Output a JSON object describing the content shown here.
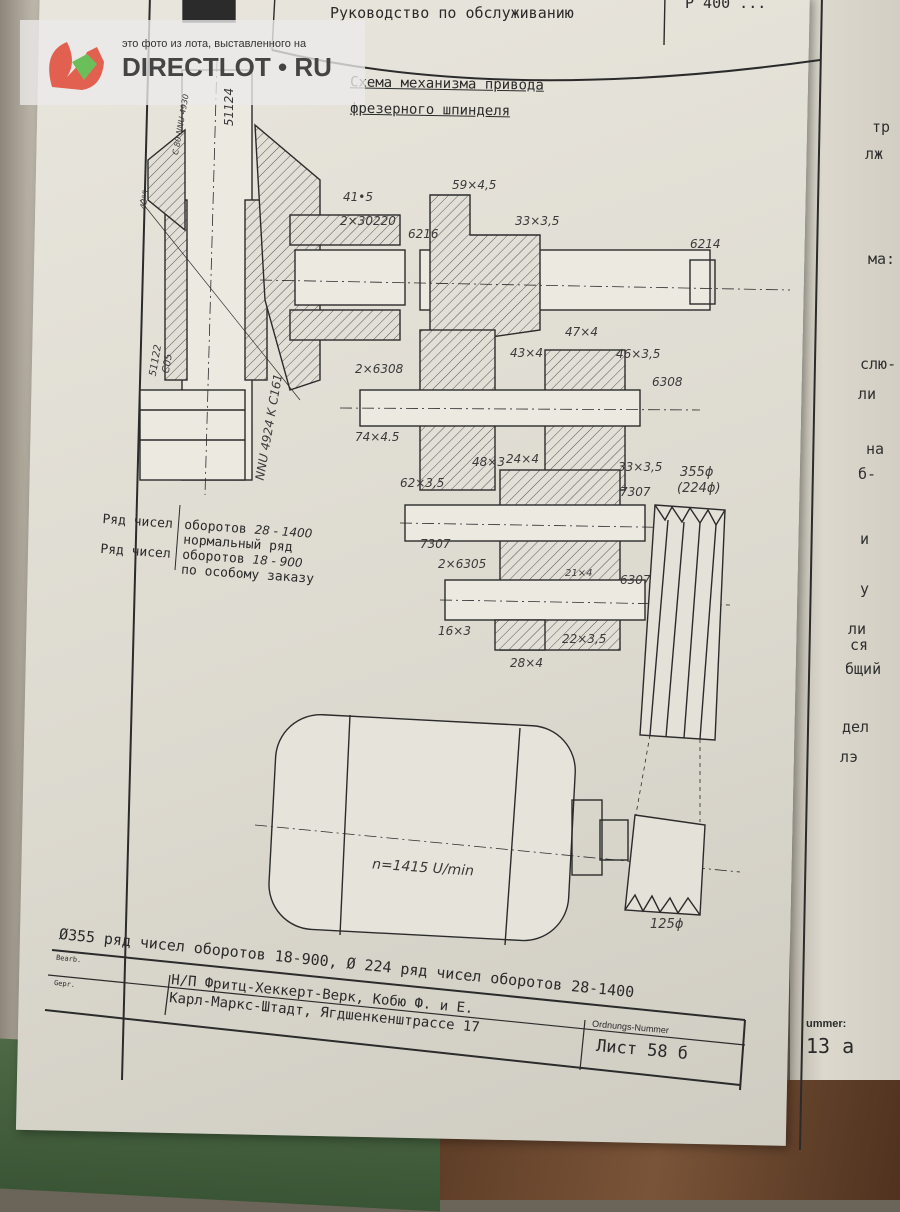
{
  "header": {
    "manual_title": "Руководство по обслуживанию",
    "model_fragment": "Р 400 ..."
  },
  "title": {
    "line1": "Схема механизма привода",
    "line2": "фрезерного шпинделя"
  },
  "watermark": {
    "caption": "это фото из лота, выставленного на",
    "brand": "DIRECTLOT • RU"
  },
  "labels": {
    "spindle_top": "51124",
    "spindle_bearing_top": "C 80 NNU 4930",
    "angle": "42°5",
    "bearing_51122": "51122",
    "bearing_c05": "C05",
    "bearing_nnu": "NNU 4924 K C161",
    "gear_41_5": "41•5",
    "bearing_30220": "2×30220",
    "gear_59": "59×4,5",
    "bearing_6216": "6216",
    "gear_33a": "33×3,5",
    "bearing_6214": "6214",
    "gear_47": "47×4",
    "gear_43": "43×4",
    "gear_46": "46×3,5",
    "bearing_2x6308": "2×6308",
    "bearing_6308": "6308",
    "gear_74": "74×4.5",
    "gear_48": "48×3",
    "gear_24": "24×4",
    "gear_33b": "33×3,5",
    "pulley_355": "355ϕ",
    "pulley_224": "(224ϕ)",
    "gear_62": "62×3,5",
    "bearing_7307a": "7307",
    "bearing_7307b": "7307",
    "bearing_2x6305": "2×6305",
    "gear_21": "21×4",
    "bearing_6307": "6307",
    "gear_16": "16×3",
    "gear_22": "22×3,5",
    "gear_28": "28×4",
    "motor_speed": "n=1415 U/min",
    "pulley_125": "125ϕ"
  },
  "notes": {
    "row1_label": "Ряд чисел",
    "row1_text": "оборотов",
    "row1_range": "28 - 1400",
    "row1_sub": "нормальный ряд",
    "row2_label": "Ряд чисел",
    "row2_text": "оборотов",
    "row2_range": "18 - 900",
    "row2_sub": "по особому заказу"
  },
  "footer": {
    "speeds_line": "Ø355 ряд чисел оборотов 18-900,  Ø 224 ряд чисел оборотов 28-1400",
    "field1": "Bearb.",
    "field2": "Gepr.",
    "company_line1": "Н/П Фритц-Хеккерт-Верк, Кобю Ф. и Е.",
    "company_line2": "Карл-Маркс-Штадт, Ягдшенкенштрассе 17",
    "order_label": "Ordnungs-Nummer",
    "sheet": "Лист 58 б"
  },
  "right_page": {
    "fragments": [
      "тр",
      "лж",
      "ма:",
      "слю-",
      "ли",
      "на",
      "б-",
      "и",
      "у",
      "ли",
      "ся",
      "бщий",
      "дел",
      "лэ"
    ],
    "order_label": "ummer:",
    "order_value": "13 а"
  }
}
